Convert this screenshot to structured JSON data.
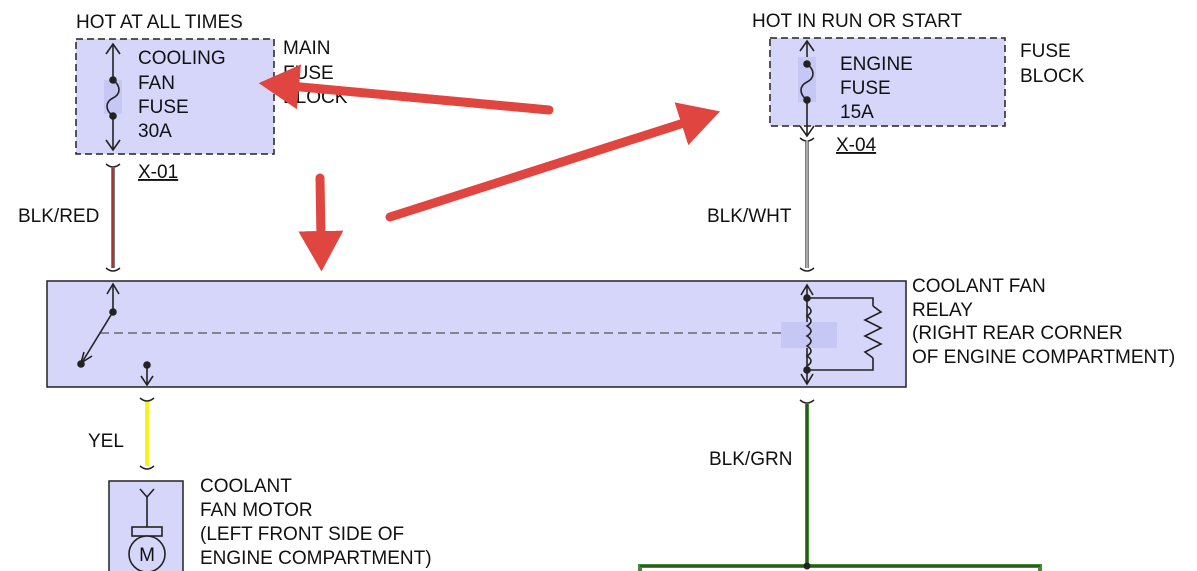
{
  "colors": {
    "component_fill": "#d6d6fb",
    "outline": "#222222",
    "arrow": "#e0453f",
    "wire_blk_red": "#c62828",
    "wire_blk_wht": "#777777",
    "wire_yel": "#f4f41e",
    "wire_blk_grn": "#3e8e2a"
  },
  "main_fuse": {
    "header": "HOT AT ALL TIMES",
    "lines": [
      "COOLING",
      "FAN",
      "FUSE",
      "30A"
    ],
    "block_label": [
      "MAIN",
      "FUSE",
      "BLOCK"
    ],
    "connector": "X-01"
  },
  "engine_fuse": {
    "header": "HOT IN RUN OR START",
    "lines": [
      "ENGINE",
      "FUSE",
      "15A"
    ],
    "block_label": [
      "FUSE",
      "BLOCK"
    ],
    "connector": "X-04"
  },
  "wires": {
    "left_top": "BLK/RED",
    "right_top": "BLK/WHT",
    "left_bottom": "YEL",
    "right_bottom": "BLK/GRN"
  },
  "relay": {
    "lines": [
      "COOLANT FAN",
      "RELAY",
      "(RIGHT REAR CORNER",
      "OF ENGINE COMPARTMENT)"
    ]
  },
  "motor": {
    "symbol": "M",
    "lines": [
      "COOLANT",
      "FAN MOTOR",
      "(LEFT FRONT SIDE OF",
      "ENGINE COMPARTMENT)"
    ]
  }
}
